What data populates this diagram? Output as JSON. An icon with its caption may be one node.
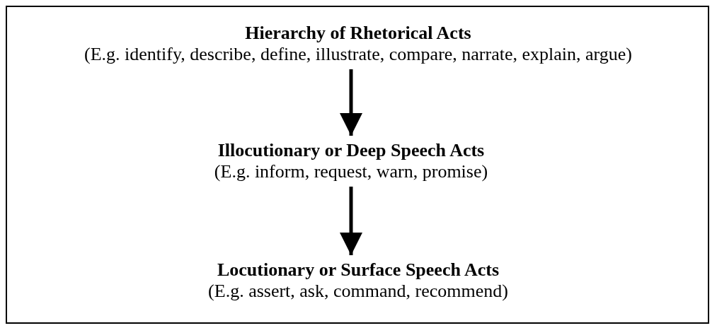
{
  "diagram": {
    "nodes": [
      {
        "text": [],
        "shape": "box"
      },
      {
        "text": [
          "Hierarchy of Rhetorical Acts",
          "(E.g. identify, describe, define, illustrate, compare, narrate, explain, argue)"
        ],
        "in": 0
      },
      {
        "text": [
          "Illocutionary or Deep Speech Acts",
          "(E.g. inform, request, warn, promise)"
        ],
        "in": 0
      },
      {
        "text": [
          "Locutionary or Surface Speech Acts",
          "(E.g. assert, ask, command, recommend)"
        ],
        "in": 0
      }
    ],
    "edges": [
      {
        "from": 1,
        "to": 2,
        "arrow": "to"
      },
      {
        "from": 2,
        "to": 3,
        "arrow": "to"
      }
    ]
  }
}
